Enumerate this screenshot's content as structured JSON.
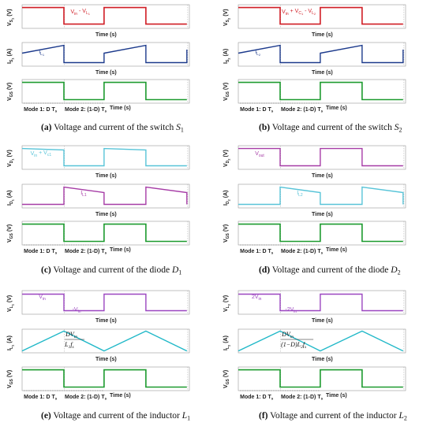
{
  "colors": {
    "switch": "#d01c24",
    "current_dark": "#1c3a8c",
    "gate": "#1c9a2e",
    "diode": "#58c4d8",
    "diode_current": "#a63ca6",
    "inductor_voltage": "#9b45c0",
    "inductor_current": "#20b8c8"
  },
  "time_label": "Time (s)",
  "mode1_label": "Mode 1: D T",
  "mode2_label": "Mode 2: (1-D) T",
  "mode_sub": "s",
  "panels": [
    {
      "id": "a",
      "caption_tag": "(a)",
      "caption_text": "Voltage and current of the switch ",
      "caption_sym": "S",
      "caption_sub": "1",
      "plots": [
        {
          "ylabel": "V",
          "ysub": "S",
          "ysubsub": "1",
          "yunit": " (V)",
          "annotation": "V",
          "ann_sub": "in",
          "ann_rest": " - V",
          "ann_sub2": "L",
          "ann_sub3": "1"
        },
        {
          "ylabel": "I",
          "ysub": "S",
          "ysubsub": "1",
          "yunit": " (A)",
          "annotation": "I",
          "ann_sub": "L",
          "ann_sub3": "1"
        },
        {
          "ylabel": "V",
          "ysub": "GS",
          "yunit": " (V)"
        }
      ]
    },
    {
      "id": "b",
      "caption_tag": "(b)",
      "caption_text": "Voltage and current of the switch ",
      "caption_sym": "S",
      "caption_sub": "2",
      "plots": [
        {
          "ylabel": "V",
          "ysub": "S",
          "ysubsub": "2",
          "yunit": " (V)",
          "annotation": "V",
          "ann_sub": "in",
          "ann_rest": " + V",
          "ann_sub2": "C",
          "ann_sub3": "1",
          "ann_rest2": " - V",
          "ann_sub4": "L",
          "ann_sub5": "2"
        },
        {
          "ylabel": "I",
          "ysub": "S",
          "ysubsub": "2",
          "yunit": " (A)",
          "annotation": "I",
          "ann_sub": "L",
          "ann_sub3": "2"
        },
        {
          "ylabel": "V",
          "ysub": "GS",
          "yunit": " (V)"
        }
      ]
    },
    {
      "id": "c",
      "caption_tag": "(c)",
      "caption_text": "Voltage and current of the diode ",
      "caption_sym": "D",
      "caption_sub": "1",
      "plots": [
        {
          "ylabel": "V",
          "ysub": "D",
          "ysubsub": "1",
          "yunit": " (V)",
          "annotation": "V",
          "ann_sub": "in",
          "ann_rest": " + V",
          "ann_sub2": "c1"
        },
        {
          "ylabel": "I",
          "ysub": "D",
          "ysubsub": "1",
          "yunit": " (A)",
          "annotation": "I",
          "ann_sub": "L1"
        },
        {
          "ylabel": "V",
          "ysub": "GS",
          "yunit": " (V)"
        }
      ]
    },
    {
      "id": "d",
      "caption_tag": "(d)",
      "caption_text": "Voltage and current of the diode ",
      "caption_sym": "D",
      "caption_sub": "2",
      "plots": [
        {
          "ylabel": "V",
          "ysub": "D",
          "ysubsub": "2",
          "yunit": " (V)",
          "annotation": "V",
          "ann_sub": "out"
        },
        {
          "ylabel": "I",
          "ysub": "D",
          "ysubsub": "2",
          "yunit": " (A)",
          "annotation": "I",
          "ann_sub": "L2"
        },
        {
          "ylabel": "V",
          "ysub": "GS",
          "yunit": " (V)"
        }
      ]
    },
    {
      "id": "e",
      "caption_tag": "(e)",
      "caption_text": "Voltage and current of the inductor ",
      "caption_sym": "L",
      "caption_sub": "1",
      "plots": [
        {
          "ylabel": "V",
          "ysub": "L",
          "ysubsub": "1",
          "yunit": " (V)",
          "annotation": "V",
          "ann_sub": "in",
          "annotation2": "-V",
          "ann2_sub": "in"
        },
        {
          "ylabel": "I",
          "ysub": "L",
          "ysubsub": "1",
          "yunit": " (A)",
          "formula_num": "DV",
          "formula_num_sub": "in",
          "formula_den": "L",
          "formula_den_sub": "1",
          "formula_den_rest": "f",
          "formula_den_sub2": "s"
        },
        {
          "ylabel": "V",
          "ysub": "GS",
          "yunit": " (V)"
        }
      ]
    },
    {
      "id": "f",
      "caption_tag": "(f)",
      "caption_text": "Voltage and current of the inductor ",
      "caption_sym": "L",
      "caption_sub": "2",
      "plots": [
        {
          "ylabel": "V",
          "ysub": "L",
          "ysubsub": "2",
          "yunit": " (V)",
          "annotation": "2V",
          "ann_sub": "in",
          "annotation2": "-2V",
          "ann2_sub": "in"
        },
        {
          "ylabel": "I",
          "ysub": "L",
          "ysubsub": "2",
          "yunit": " (A)",
          "formula_num": "DV",
          "formula_num_sub": "in",
          "formula_den": "(1−D)L",
          "formula_den_sub": "2",
          "formula_den_rest": "f",
          "formula_den_sub2": "s"
        },
        {
          "ylabel": "V",
          "ysub": "GS",
          "yunit": " (V)"
        }
      ]
    }
  ]
}
